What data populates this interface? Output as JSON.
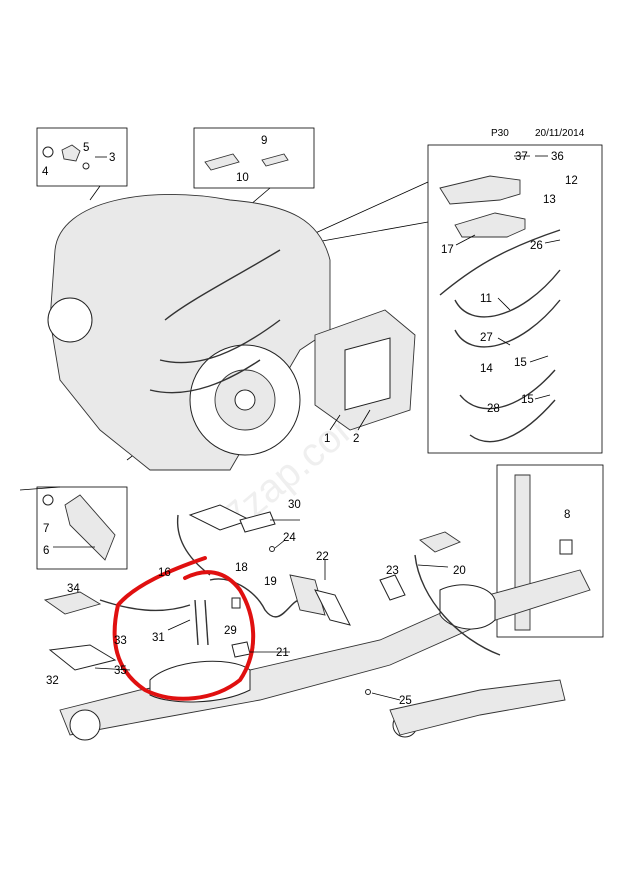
{
  "header": {
    "page_code": "P30",
    "date": "20/11/2014"
  },
  "watermark": "7zap.com",
  "annotation_color": "#e01010",
  "callouts": {
    "c1": "1",
    "c2": "2",
    "c3": "3",
    "c4": "4",
    "c5": "5",
    "c6": "6",
    "c7": "7",
    "c8": "8",
    "c9": "9",
    "c10": "10",
    "c11": "11",
    "c12": "12",
    "c13": "13",
    "c14": "14",
    "c15a": "15",
    "c15b": "15",
    "c16": "16",
    "c17": "17",
    "c18": "18",
    "c19": "19",
    "c20": "20",
    "c21": "21",
    "c22": "22",
    "c23": "23",
    "c24": "24",
    "c25": "25",
    "c26": "26",
    "c27": "27",
    "c28": "28",
    "c29": "29",
    "c30": "30",
    "c31": "31",
    "c32": "32",
    "c33": "33",
    "c34": "34",
    "c35": "35",
    "c36": "36",
    "c37": "37"
  }
}
